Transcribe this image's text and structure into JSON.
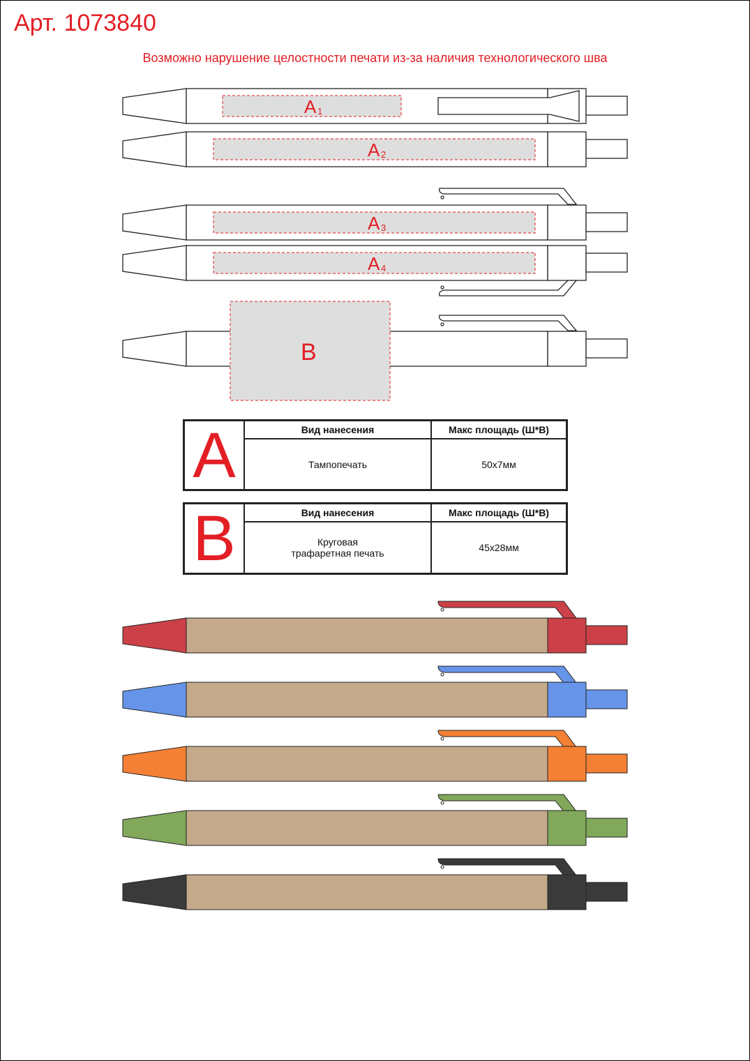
{
  "header": {
    "article": "Арт. 1073840",
    "notice": "Возможно нарушение целостности печати из-за наличия технологического шва"
  },
  "zones": {
    "a1": "A",
    "a1_sub": "1",
    "a2": "A",
    "a2_sub": "2",
    "a3": "A",
    "a3_sub": "3",
    "a4": "A",
    "a4_sub": "4",
    "b": "B"
  },
  "spec_a": {
    "letter": "A",
    "col_method": "Вид нанесения",
    "col_area": "Макс площадь (Ш*В)",
    "method": "Тампопечать",
    "area": "50х7мм"
  },
  "spec_b": {
    "letter": "B",
    "col_method": "Вид нанесения",
    "col_area": "Макс площадь (Ш*В)",
    "method_line1": "Круговая",
    "method_line2": "трафаретная печать",
    "area": "45х28мм"
  },
  "colors": {
    "accent": "#e31e24",
    "zone_fill": "#dedede",
    "kraft": "#c4a98a",
    "variants": [
      "#cc4147",
      "#6694e8",
      "#f48035",
      "#81a85b",
      "#3a3a3a"
    ]
  }
}
